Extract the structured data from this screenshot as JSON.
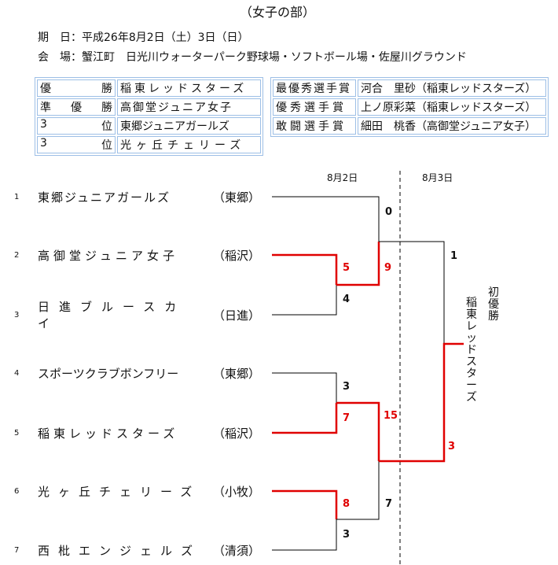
{
  "heading": "（女子の部）",
  "info": {
    "date": "期　日：平成26年8月2日（土）3日（日）",
    "venue": "会　場：蟹江町　日光川ウォーターパーク野球場・ソフトボール場・佐屋川グラウンド"
  },
  "placings": [
    {
      "label": [
        "優",
        "勝"
      ],
      "team": "稲東レッドスターズ"
    },
    {
      "label": [
        "準",
        "優",
        "勝"
      ],
      "team": "高御堂ジュニア女子"
    },
    {
      "label": [
        "3",
        "位"
      ],
      "team": "東郷ジュニアガールズ"
    },
    {
      "label": [
        "3",
        "位"
      ],
      "team": "光ヶ丘チェリーズ"
    }
  ],
  "awards": [
    {
      "label": "最優秀選手賞",
      "name": "河合　里砂（稲東レッドスターズ）"
    },
    {
      "label": "優秀選手賞",
      "name": "上ノ原彩菜（稲東レッドスターズ）"
    },
    {
      "label": "敢闘選手賞",
      "name": "細田　桃香（高御堂ジュニア女子）"
    }
  ],
  "dates": {
    "day1": "8月2日",
    "day2": "8月3日"
  },
  "teams": [
    {
      "seed": "1",
      "name": "東郷ジュニアガールズ",
      "region": "（東郷）"
    },
    {
      "seed": "2",
      "name": "高御堂ジュニア女子",
      "region": "（稲沢）"
    },
    {
      "seed": "3",
      "name": "日進ブルースカイ",
      "region": "（日進）"
    },
    {
      "seed": "4",
      "name": "スポーツクラブボンフリー",
      "region": "（東郷）"
    },
    {
      "seed": "5",
      "name": "稲東レッドスターズ",
      "region": "（稲沢）"
    },
    {
      "seed": "6",
      "name": "光ヶ丘チェリーズ",
      "region": "（小牧）"
    },
    {
      "seed": "7",
      "name": "西枇エンジェルズ",
      "region": "（清須）"
    }
  ],
  "scores": {
    "m1_top": "5",
    "m1_bottom": "4",
    "m2_top": "3",
    "m2_bottom": "7",
    "m3_top": "8",
    "m3_bottom": "3",
    "sf1_top": "0",
    "sf1_bottom": "9",
    "sf2_top": "15",
    "sf2_bottom": "7",
    "final_top": "1",
    "final_bottom": "3"
  },
  "champion": {
    "title": "初優勝",
    "team": "稲東レッドスターズ"
  },
  "colors": {
    "winner_line": "#e00000",
    "award_border": "#9dbfe6"
  }
}
